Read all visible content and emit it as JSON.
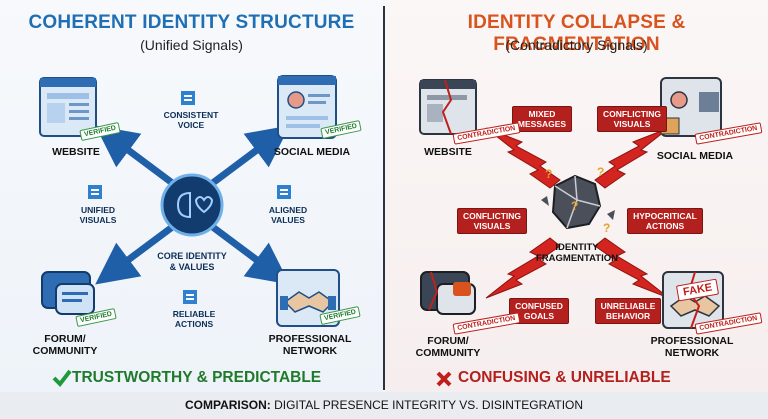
{
  "footer": {
    "prefix": "COMPARISON:",
    "text": "DIGITAL PRESENCE INTEGRITY VS. DISINTEGRATION"
  },
  "left": {
    "title": "COHERENT IDENTITY STRUCTURE",
    "subtitle": "(Unified Signals)",
    "core": [
      "CORE IDENTITY",
      "& VALUES"
    ],
    "nodes": {
      "website": "WEBSITE",
      "social": "SOCIAL MEDIA",
      "forum": [
        "FORUM/",
        "COMMUNITY"
      ],
      "network": [
        "PROFESSIONAL",
        "NETWORK"
      ]
    },
    "tags": {
      "voice": [
        "CONSISTENT",
        "VOICE"
      ],
      "visuals": [
        "UNIFIED",
        "VISUALS"
      ],
      "values": [
        "ALIGNED",
        "VALUES"
      ],
      "actions": [
        "RELIABLE",
        "ACTIONS"
      ]
    },
    "stamp": "VERIFIED",
    "verdict": "TRUSTWORTHY & PREDICTABLE",
    "accent": "#1f6fb4",
    "good_color": "#1f7a2c"
  },
  "right": {
    "title": "IDENTITY COLLAPSE & FRAGMENTATION",
    "subtitle": "(Contradictory Signals)",
    "core": [
      "IDENTITY",
      "FRAGMENTATION"
    ],
    "nodes": {
      "website": "WEBSITE",
      "social": "SOCIAL MEDIA",
      "forum": [
        "FORUM/",
        "COMMUNITY"
      ],
      "network": [
        "PROFESSIONAL",
        "NETWORK"
      ]
    },
    "tags": {
      "mixed": [
        "MIXED",
        "MESSAGES"
      ],
      "conflicting_visuals_top": [
        "CONFLICTING",
        "VISUALS"
      ],
      "conflicting_visuals": [
        "CONFLICTING",
        "VISUALS"
      ],
      "hypocritical": [
        "HYPOCRITICAL",
        "ACTIONS"
      ],
      "confused": [
        "CONFUSED",
        "GOALS"
      ],
      "unreliable": [
        "UNRELIABLE",
        "BEHAVIOR"
      ]
    },
    "stamp": "CONTRADICTION",
    "fake": "FAKE",
    "verdict": "CONFUSING & UNRELIABLE",
    "accent": "#d9531e",
    "bad_color": "#b3201d"
  }
}
